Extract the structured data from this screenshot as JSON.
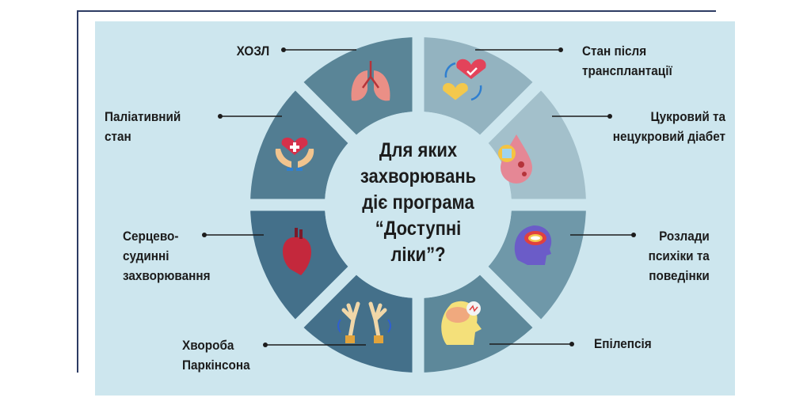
{
  "title_lines": [
    "Для яких",
    "захворювань",
    "діє програма",
    "“Доступні",
    "ліки”?"
  ],
  "segments": [
    {
      "id": "copd",
      "lines": [
        "ХОЗЛ"
      ],
      "icon": "lungs-icon",
      "color": "#93b3c0"
    },
    {
      "id": "transplant",
      "lines": [
        "Стан після",
        "трансплантації"
      ],
      "icon": "heart-exchange-icon",
      "color": "#a3c0cb"
    },
    {
      "id": "diabetes",
      "lines": [
        "Цукровий та",
        "нецукровий діабет"
      ],
      "icon": "blood-sugar-icon",
      "color": "#6f98a9"
    },
    {
      "id": "mental",
      "lines": [
        "Розлади",
        "психіки та",
        "поведінки"
      ],
      "icon": "brain-head-icon",
      "color": "#5d889a"
    },
    {
      "id": "epilepsy",
      "lines": [
        "Епілепсія"
      ],
      "icon": "epilepsy-head-icon",
      "color": "#44708a"
    },
    {
      "id": "parkinson",
      "lines": [
        "Хвороба",
        "Паркінсона"
      ],
      "icon": "shaking-hands-icon",
      "color": "#44708a"
    },
    {
      "id": "cardio",
      "lines": [
        "Серцево-",
        "судинні",
        "захворювання"
      ],
      "icon": "heart-organ-icon",
      "color": "#527d92"
    },
    {
      "id": "palliative",
      "lines": [
        "Паліативний",
        "стан"
      ],
      "icon": "care-hands-icon",
      "color": "#5a8597"
    }
  ],
  "colors": {
    "panel": "#cde6ee",
    "frame": "#2d3b63",
    "text": "#1c1c1c"
  }
}
